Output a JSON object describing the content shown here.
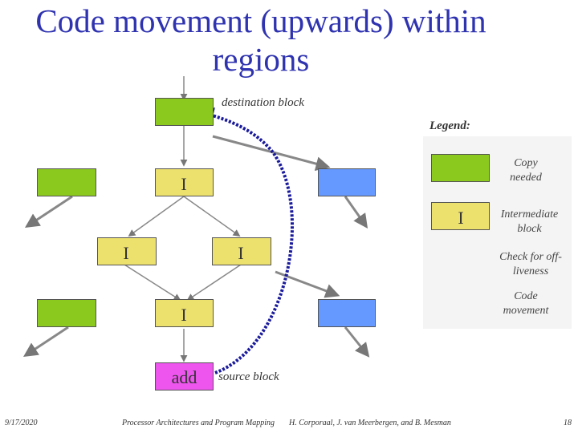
{
  "title_line1": "Code movement (upwards) within",
  "title_line2": "regions",
  "destination_label": "destination block",
  "source_label": "source block",
  "intermediate_mark": "I",
  "source_block_label": "add",
  "legend": {
    "title": "Legend:",
    "copy_needed": "Copy needed",
    "intermediate": "Intermediate block",
    "check": "Check for off-liveness",
    "code_movement": "Code movement"
  },
  "footer": {
    "date": "9/17/2020",
    "course": "Processor Architectures and Program Mapping",
    "authors": "H. Corporaal, J. van Meerbergen, and B. Mesman",
    "page": "18"
  },
  "colors": {
    "title": "#2f33b0",
    "copy_needed": "#8cc91e",
    "other_block": "#6699ff",
    "intermediate": "#ede16e",
    "source": "#ee55ee",
    "code_movement": "#1a1a9c"
  }
}
